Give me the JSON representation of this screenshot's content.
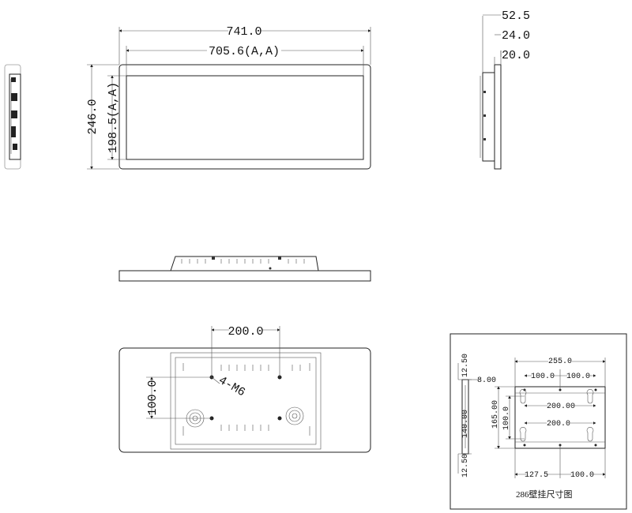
{
  "front_view": {
    "overall_width": "741.0",
    "active_width": "705.6(A,A)",
    "overall_height": "246.0",
    "active_height": "198.5(A,A)"
  },
  "side_view": {
    "depth_total": "52.5",
    "depth_mid": "24.0",
    "depth_panel": "20.0"
  },
  "back_view": {
    "hole_spacing": "200.0",
    "hole_vertical": "100.0",
    "screw_label": "4-M6"
  },
  "bracket_view": {
    "total_width": "255.0",
    "top_half_left": "100.0",
    "top_half_right": "100.0",
    "top_offset": "12.50",
    "side_offset": "8.00",
    "height_total": "165.00",
    "height_inner": "100.0",
    "side_height": "140.00",
    "inner_span_top": "200.00",
    "inner_span_bottom": "200.0",
    "bottom_left": "127.5",
    "bottom_right": "100.0",
    "bottom_offset": "12.50",
    "caption": "286壁挂尺寸图"
  }
}
